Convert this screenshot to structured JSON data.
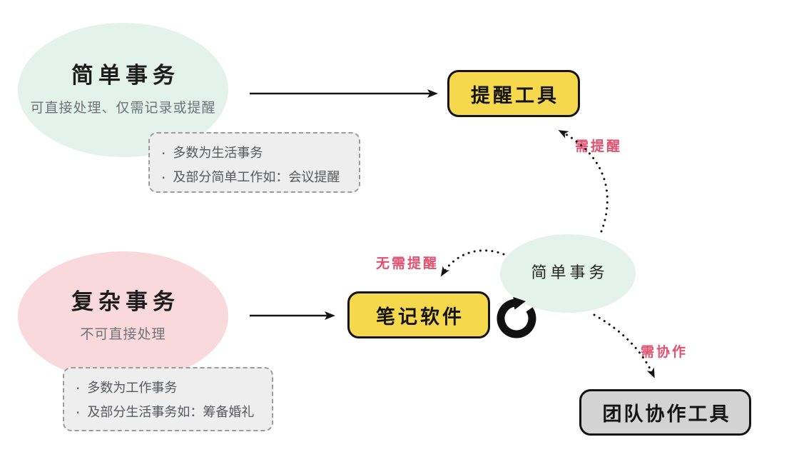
{
  "diagram": {
    "simple_ellipse": {
      "title": "简单事务",
      "subtitle": "可直接处理、仅需记录或提醒"
    },
    "reminder_box": {
      "label": "提醒工具"
    },
    "simple_notes": {
      "bullet": "·",
      "items": [
        "多数为生活事务",
        "及部分简单工作如：会议提醒"
      ]
    },
    "complex_ellipse": {
      "title": "复杂事务",
      "subtitle": "不可直接处理"
    },
    "notes_box": {
      "label": "笔记软件"
    },
    "complex_notes": {
      "bullet": "·",
      "items": [
        "多数为工作事务",
        "及部分生活事务如：筹备婚礼"
      ]
    },
    "simple_ellipse_right": {
      "title": "简单事务"
    },
    "team_box": {
      "label": "团队协作工具"
    },
    "edges": {
      "need_reminder": "需提醒",
      "no_reminder": "无需提醒",
      "need_collab": "需协作"
    },
    "icons": {
      "refresh": "refresh-cycle-icon"
    },
    "colors": {
      "mint": "#e4f2ec",
      "pink": "#fad9dd",
      "yellow": "#f6d84d",
      "gray_box": "#d3d3d3",
      "note_bg": "#eeeeee",
      "label_pink": "#e2516f",
      "line_black": "#141414"
    }
  }
}
